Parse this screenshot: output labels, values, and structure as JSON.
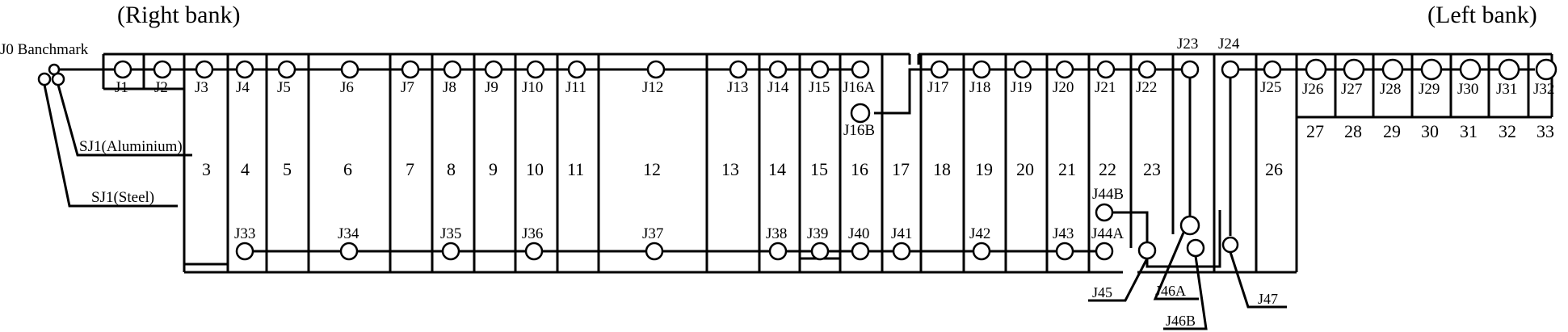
{
  "banks": {
    "right": "(Right bank)",
    "left": "(Left bank)"
  },
  "benchmark": {
    "label": "J0 Banchmark"
  },
  "side_joints": {
    "aluminium": "SJ1(Aluminium)",
    "steel": "SJ1(Steel)"
  },
  "top_joints": [
    {
      "id": "J1"
    },
    {
      "id": "J2"
    },
    {
      "id": "J3"
    },
    {
      "id": "J4"
    },
    {
      "id": "J5"
    },
    {
      "id": "J6"
    },
    {
      "id": "J7"
    },
    {
      "id": "J8"
    },
    {
      "id": "J9"
    },
    {
      "id": "J10"
    },
    {
      "id": "J11"
    },
    {
      "id": "J12"
    },
    {
      "id": "J13"
    },
    {
      "id": "J14"
    },
    {
      "id": "J15"
    },
    {
      "id": "J16A"
    },
    {
      "id": "J17"
    },
    {
      "id": "J18"
    },
    {
      "id": "J19"
    },
    {
      "id": "J20"
    },
    {
      "id": "J21"
    },
    {
      "id": "J22"
    },
    {
      "id": "J23"
    },
    {
      "id": "J24"
    },
    {
      "id": "J25"
    },
    {
      "id": "J26"
    },
    {
      "id": "J27"
    },
    {
      "id": "J28"
    },
    {
      "id": "J29"
    },
    {
      "id": "J30"
    },
    {
      "id": "J31"
    },
    {
      "id": "J32"
    }
  ],
  "extra_joints": {
    "j16b": "J16B",
    "j44b": "J44B"
  },
  "bottom_joints": [
    {
      "id": "J33"
    },
    {
      "id": "J34"
    },
    {
      "id": "J35"
    },
    {
      "id": "J36"
    },
    {
      "id": "J37"
    },
    {
      "id": "J38"
    },
    {
      "id": "J39"
    },
    {
      "id": "J40"
    },
    {
      "id": "J41"
    },
    {
      "id": "J42"
    },
    {
      "id": "J43"
    },
    {
      "id": "J44A"
    }
  ],
  "leader_joints": {
    "j45": "J45",
    "j46a": "J46A",
    "j46b": "J46B",
    "j47": "J47"
  },
  "panels": [
    "3",
    "4",
    "5",
    "6",
    "7",
    "8",
    "9",
    "10",
    "11",
    "12",
    "13",
    "14",
    "15",
    "16",
    "17",
    "18",
    "19",
    "20",
    "21",
    "22",
    "23",
    "26",
    "27",
    "28",
    "29",
    "30",
    "31",
    "32",
    "33"
  ]
}
